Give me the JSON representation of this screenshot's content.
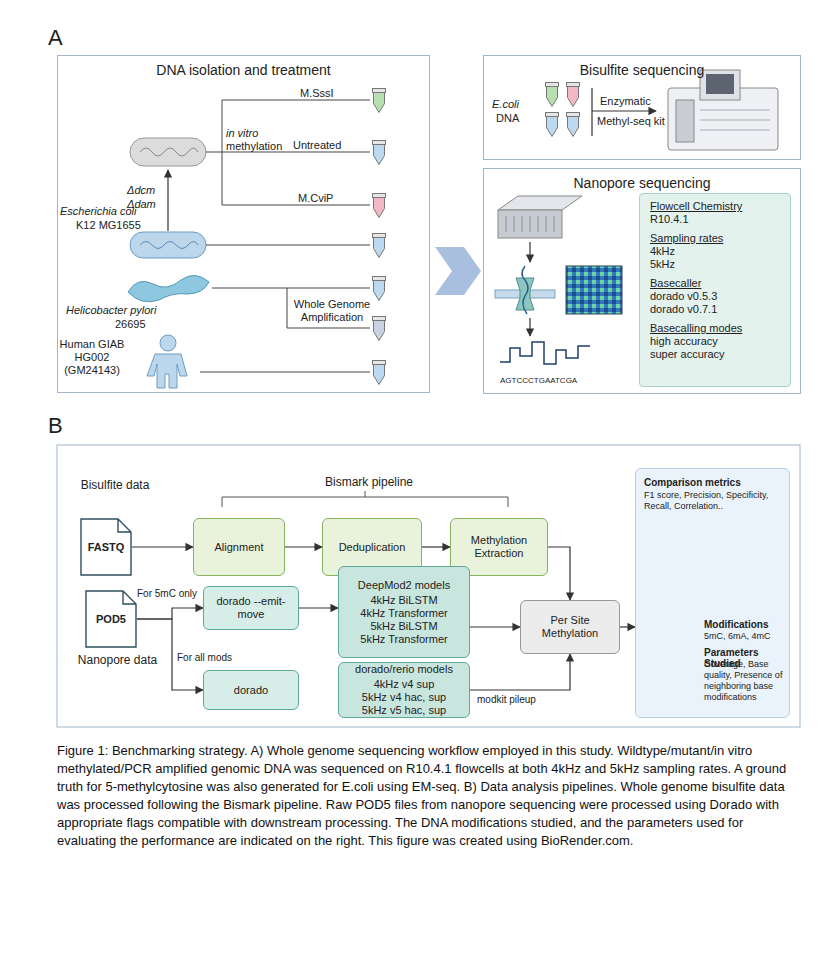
{
  "diagram": {
    "caption": "Figure 1: Benchmarking strategy. A) Whole genome sequencing workflow employed in this study. Wildtype/mutant/in vitro methylated/PCR amplified genomic DNA was sequenced on R10.4.1 flowcells at both 4kHz and 5kHz sampling rates. A ground truth for 5-methylcytosine was also generated for E.coli using EM-seq. B) Data analysis pipelines. Whole genome bisulfite data was processed following the Bismark pipeline. Raw POD5 files from nanopore sequencing were processed using Dorado with appropriate flags compatible with downstream processing. The DNA modifications studied, and the parameters used for evaluating the performance are indicated on the right. This figure was created using BioRender.com.",
    "nodes": [
      {
        "text": [
          "DNA isolation and treatment"
        ]
      },
      {
        "text": [
          "Bisulfite sequencing"
        ]
      },
      {
        "text": [
          "Nanopore sequencing"
        ]
      },
      {
        "text": [
          "Flowcell Chemistry",
          "R10.4.1",
          "Sampling rates",
          "4kHz",
          "5kHz",
          "Basecaller",
          "dorado v0.5.3",
          "dorado v0.7.1",
          "Basecalling modes",
          "high accuracy",
          "super accuracy"
        ],
        "in": 2
      },
      {
        "text": [
          "Bisulfite data",
          "FASTQ"
        ]
      },
      {
        "text": [
          "Alignment"
        ]
      },
      {
        "text": [
          "Deduplication"
        ]
      },
      {
        "text": [
          "Methylation Extraction"
        ]
      },
      {
        "text": [
          "POD5",
          "Nanopore data"
        ]
      },
      {
        "text": [
          "dorado --emit-move"
        ]
      },
      {
        "text": [
          "DeepMod2 models",
          "4kHz BiLSTM",
          "4kHz Transformer",
          "5kHz BiLSTM",
          "5kHz Transformer"
        ]
      },
      {
        "text": [
          "dorado"
        ]
      },
      {
        "text": [
          "dorado/rerio models",
          "4kHz v4 sup",
          "5kHz v4 hac, sup",
          "5kHz v5 hac, sup"
        ]
      },
      {
        "text": [
          "Per Site Methylation"
        ]
      },
      {
        "text": [
          "Comparison metrics",
          "F1 score, Precision, Specificity, Recall, Correlation..",
          "Modifications",
          "5mC, 6mA, 4mC",
          "Parameters Studied",
          "Coverage, Base quality, Presence of neighboring base modifications"
        ]
      }
    ],
    "edges": [
      {
        "from": 4,
        "to": 5,
        "arrow": "to"
      },
      {
        "from": 5,
        "to": 6,
        "arrow": "to"
      },
      {
        "from": 6,
        "to": 7,
        "arrow": "to"
      },
      {
        "from": 7,
        "to": 13,
        "arrow": "to"
      },
      {
        "from": 8,
        "to": 9,
        "label": "For 5mC only",
        "arrow": "to"
      },
      {
        "from": 8,
        "to": 11,
        "label": "For all mods",
        "arrow": "to"
      },
      {
        "from": 9,
        "to": 10,
        "arrow": "to"
      },
      {
        "from": 10,
        "to": 13,
        "arrow": "to"
      },
      {
        "from": 12,
        "to": 13,
        "label": "modkit pileup",
        "arrow": "to"
      },
      {
        "from": 13,
        "to": 14,
        "arrow": "to"
      }
    ],
    "labels": [
      "A",
      "in vitro",
      "methylation",
      "M.SssI",
      "Untreated",
      "M.CviP",
      "Δdcm",
      "Δdam",
      "Escherichia coli",
      "K12 MG1655",
      "Helicobacter pylori",
      "26695",
      "Whole Genome Amplification",
      "Human GIAB HG002 (GM24143)",
      "E.coli",
      "DNA",
      "Enzymatic",
      "Methyl-seq kit",
      "AGTCCCTGAATCGA",
      "B",
      "Bismark pipeline"
    ]
  }
}
